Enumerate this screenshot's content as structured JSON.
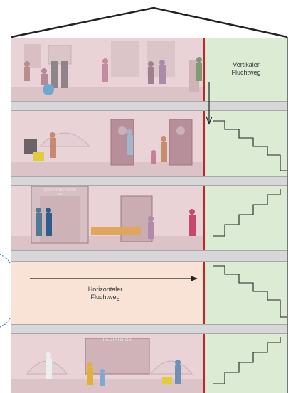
{
  "labels": {
    "vertical_escape": "Vertikaler\nFluchtweg",
    "horizontal_escape": "Horizontaler\nFluchtweg",
    "operating_room_sign": "OPERATING ROOM",
    "operating_room_number": "300",
    "pediatrics_sign": "PEDIATRICS"
  },
  "colors": {
    "floor_wall": "#e9d3d6",
    "horizontal_zone": "#f9e3d6",
    "stairwell": "#dcebd4",
    "slab": "#d7d7d9",
    "fire_wall": "#c6232a",
    "outline": "#222222",
    "dotted_connector": "#2f6fb4"
  },
  "floors": [
    {
      "name": "lobby",
      "scene": "reception-waiting-area"
    },
    {
      "name": "ward",
      "scene": "corridor-with-patient-rooms"
    },
    {
      "name": "surgery",
      "scene": "operating-room-corridor"
    },
    {
      "name": "horizontal-escape",
      "scene": "fire-compartment"
    },
    {
      "name": "pediatrics",
      "scene": "pediatrics-reception"
    }
  ]
}
